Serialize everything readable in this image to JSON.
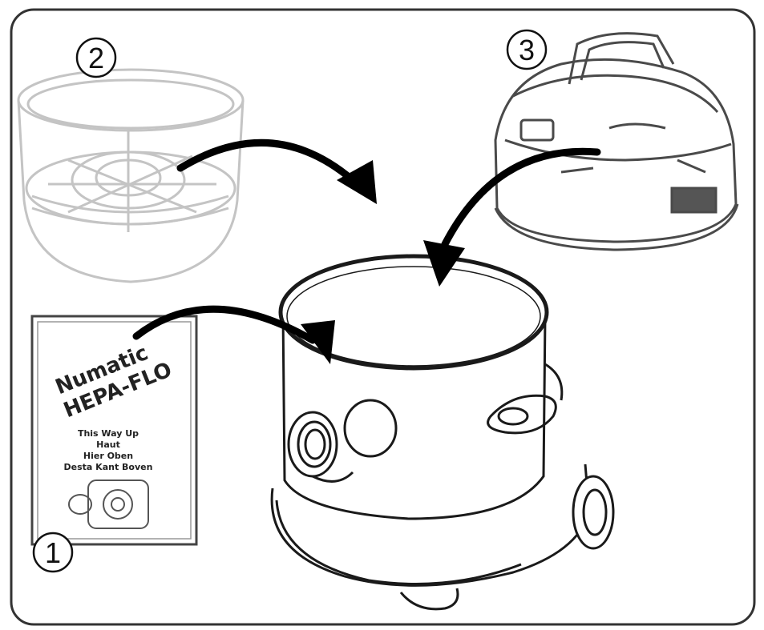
{
  "steps": {
    "step1": "1",
    "step2": "2",
    "step3": "3"
  },
  "bag": {
    "brand": "Numatic",
    "product": "HEPA-FLO",
    "lines": [
      "This Way Up",
      "Haut",
      "Hier Oben",
      "Desta Kant Boven"
    ]
  },
  "colors": {
    "line": "#1a1a1a",
    "faded": "#bdbdbd",
    "arrow": "#000000",
    "frame": "#333333"
  }
}
